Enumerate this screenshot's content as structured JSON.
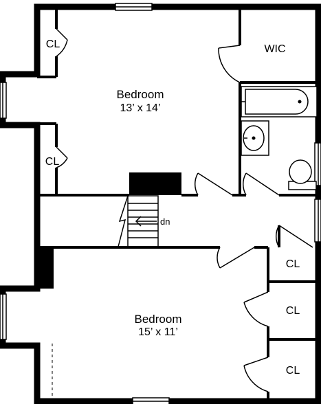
{
  "rooms": {
    "bedroom_top": {
      "name": "Bedroom",
      "dims": "13’ x 14’"
    },
    "bedroom_bottom": {
      "name": "Bedroom",
      "dims": "15’ x 11’"
    },
    "wic": "WIC",
    "closets": [
      "CL",
      "CL",
      "CL",
      "CL",
      "CL"
    ],
    "stairs": "dn"
  }
}
